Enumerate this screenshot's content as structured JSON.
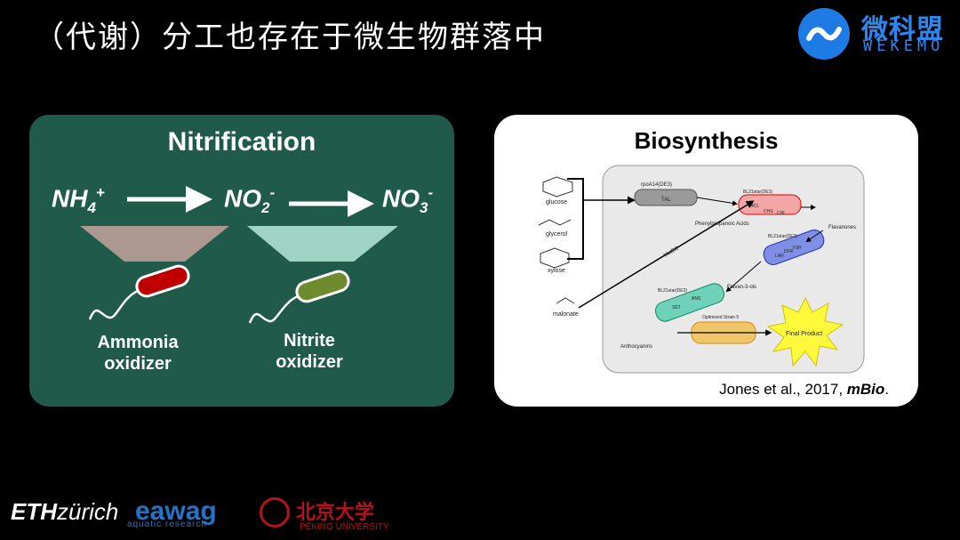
{
  "slide": {
    "title": "（代谢）分工也存在于微生物群落中"
  },
  "brand": {
    "name_cn": "微科盟",
    "name_en": "WEKEMO",
    "color": "#1e7be6"
  },
  "nitrification": {
    "title": "Nitrification",
    "species": [
      {
        "base": "NH",
        "sub": "4",
        "sup": "+"
      },
      {
        "base": "NO",
        "sub": "2",
        "sup": "-"
      },
      {
        "base": "NO",
        "sub": "3",
        "sup": "-"
      }
    ],
    "organisms": [
      {
        "line1": "Ammonia",
        "line2": "oxidizer",
        "color": "#c00000"
      },
      {
        "line1": "Nitrite",
        "line2": "oxidizer",
        "color": "#6e8b2e"
      }
    ],
    "panel_color": "#1f5a4b"
  },
  "biosynthesis": {
    "title": "Biosynthesis",
    "substrates": [
      "glucose",
      "glycerol",
      "xylose",
      "malonate"
    ],
    "strains": [
      "rpoA14(DE3)",
      "BL21star(DE3)",
      "BL21star(DE3)",
      "BL21star(DE3)",
      "Optimized Strain 5"
    ],
    "enzymes": [
      "TAL",
      "4CL",
      "CHS",
      "CHI",
      "F3H",
      "DFR",
      "LAR",
      "ANS",
      "3GT",
      "MatBC"
    ],
    "intermediates": [
      "Phenylpropanoic Acids",
      "Flavanones",
      "Flavan-3-ols",
      "Anthocyanins"
    ],
    "product": "Final Product",
    "citation_text": "Jones et al., 2017, ",
    "citation_journal": "mBio",
    "citation_end": "."
  },
  "footer": {
    "eth": "ETH",
    "eth_rest": "zürich",
    "eawag": "eawag",
    "eawag_sub": "aquatic research",
    "pku_cn": "北京大学",
    "pku_en": "PEKING UNIVERSITY"
  }
}
